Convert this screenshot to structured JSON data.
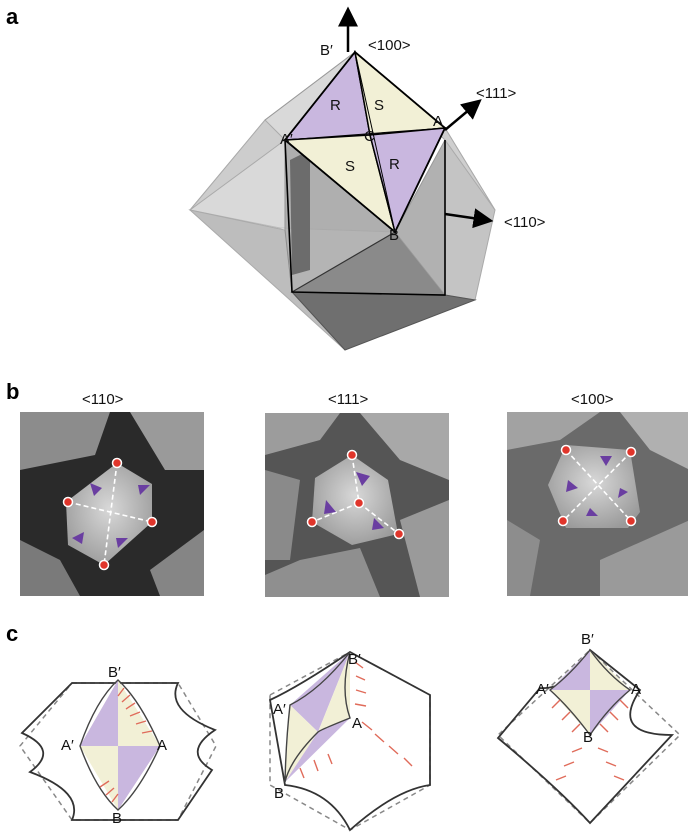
{
  "figure": {
    "panels": {
      "a": "a",
      "b": "b",
      "c": "c"
    },
    "panel_a": {
      "directions": {
        "d100": "<100>",
        "d111": "<111>",
        "d110": "<110>"
      },
      "vertices": {
        "b_prime": "B′",
        "a_prime": "A′",
        "a": "A",
        "b": "B",
        "c": "C"
      },
      "faces": {
        "r1": "R",
        "s1": "S",
        "s2": "S",
        "r2": "R"
      }
    },
    "panel_b": {
      "titles": [
        "<110>",
        "<111>",
        "<100>"
      ]
    },
    "panel_c": {
      "left": {
        "b_prime": "B′",
        "a_prime": "A′",
        "a": "A",
        "b": "B"
      },
      "middle": {
        "b_prime": "B′",
        "a_prime": "A′",
        "a": "A",
        "b": "B"
      },
      "right": {
        "b_prime": "B′",
        "a_prime": "A′",
        "a": "A",
        "b": "B"
      }
    },
    "colors": {
      "r_face": "#c9b7df",
      "s_face": "#f2f0d6",
      "marker": "#e0352b",
      "arrow": "#6a3ea1",
      "hatch": "#e06b5a"
    }
  }
}
